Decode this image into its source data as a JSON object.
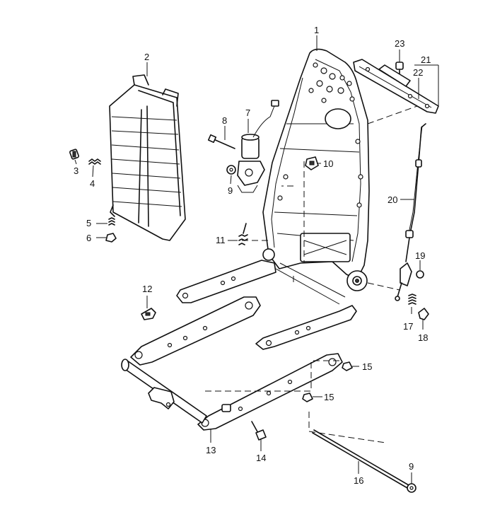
{
  "diagram": {
    "callouts": [
      {
        "id": "c1",
        "label": "1"
      },
      {
        "id": "c2",
        "label": "2"
      },
      {
        "id": "c3",
        "label": "3"
      },
      {
        "id": "c4",
        "label": "4"
      },
      {
        "id": "c5",
        "label": "5"
      },
      {
        "id": "c6",
        "label": "6"
      },
      {
        "id": "c7",
        "label": "7"
      },
      {
        "id": "c8",
        "label": "8"
      },
      {
        "id": "c9a",
        "label": "9"
      },
      {
        "id": "c10",
        "label": "10"
      },
      {
        "id": "c11",
        "label": "11"
      },
      {
        "id": "c12",
        "label": "12"
      },
      {
        "id": "c13",
        "label": "13"
      },
      {
        "id": "c14",
        "label": "14"
      },
      {
        "id": "c15a",
        "label": "15"
      },
      {
        "id": "c15b",
        "label": "15"
      },
      {
        "id": "c16",
        "label": "16"
      },
      {
        "id": "c17",
        "label": "17"
      },
      {
        "id": "c18",
        "label": "18"
      },
      {
        "id": "c19",
        "label": "19"
      },
      {
        "id": "c20",
        "label": "20"
      },
      {
        "id": "c21",
        "label": "21"
      },
      {
        "id": "c22",
        "label": "22"
      },
      {
        "id": "c23",
        "label": "23"
      },
      {
        "id": "c9b",
        "label": "9"
      }
    ]
  }
}
